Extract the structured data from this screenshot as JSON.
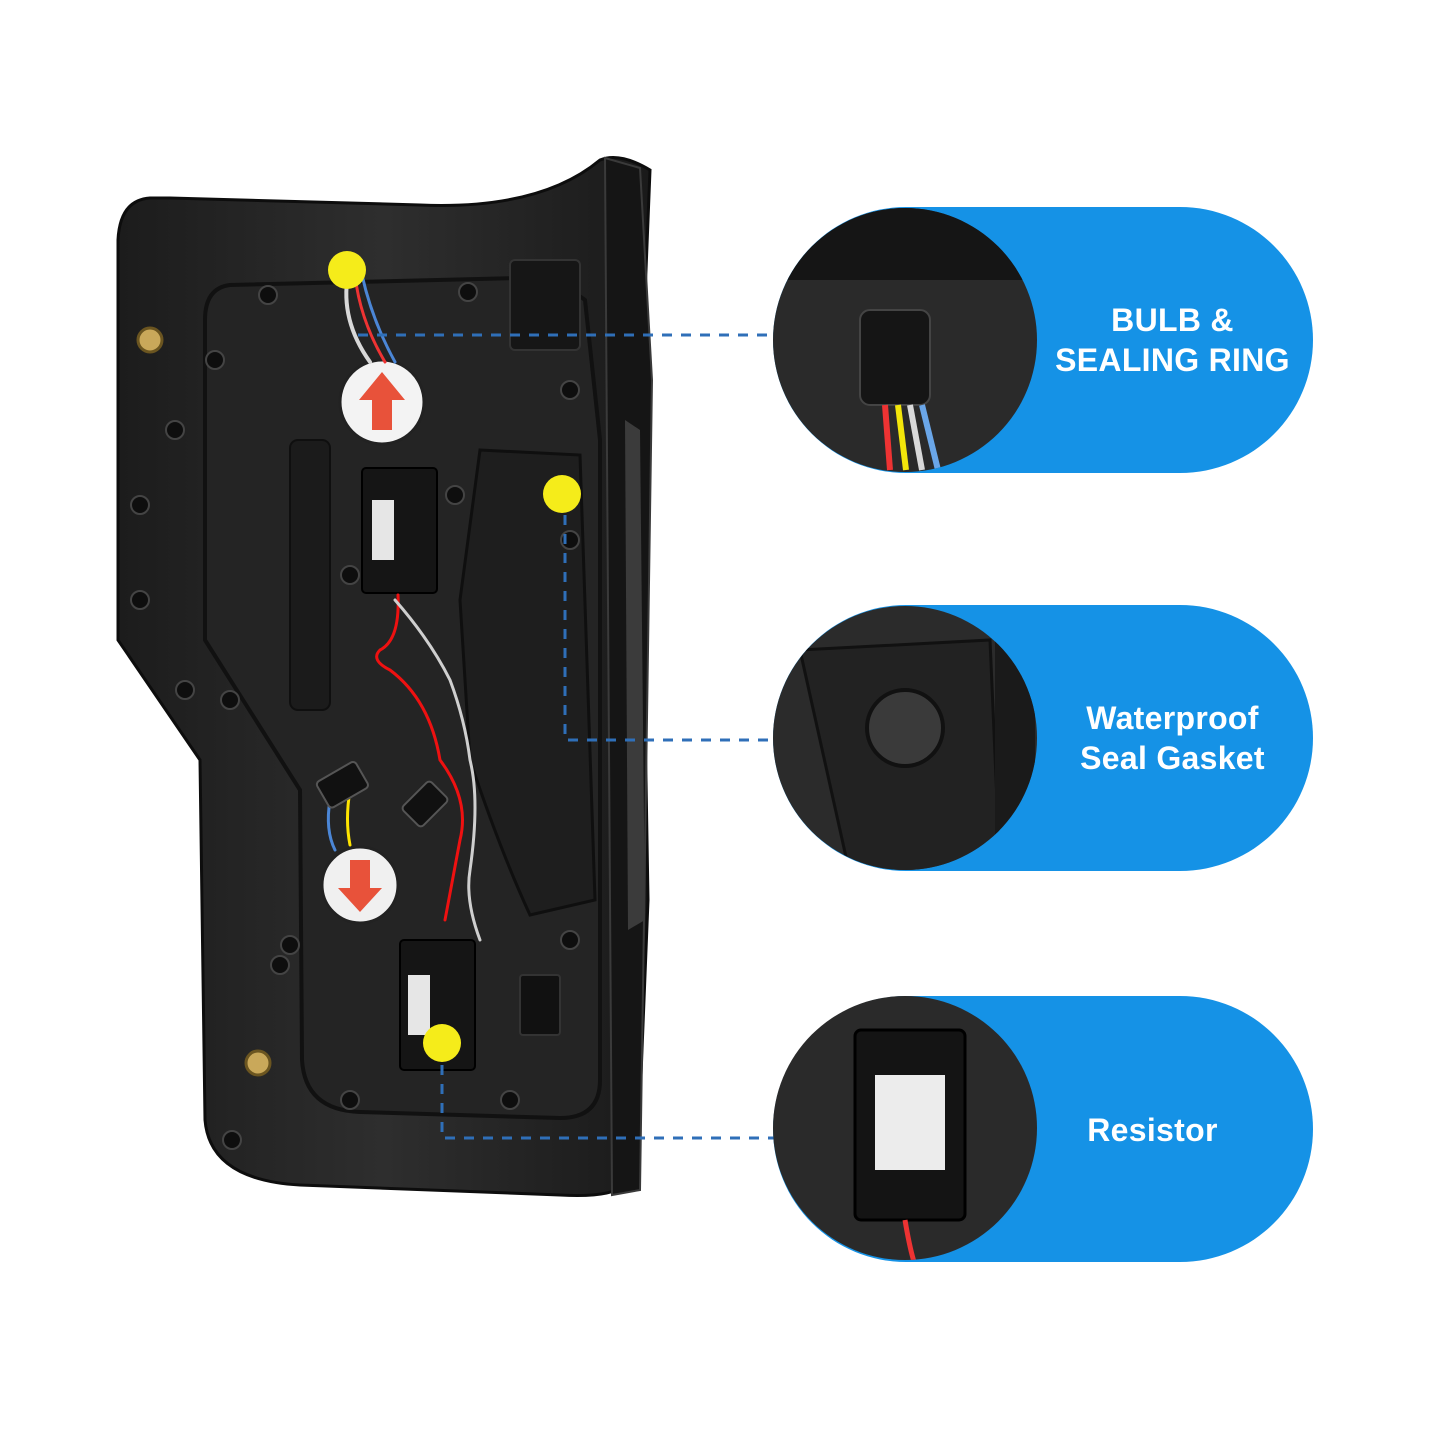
{
  "colors": {
    "accent_blue": "#1592e6",
    "marker_yellow": "#f5ec1a",
    "leader_line": "#2f6fb8",
    "housing_dark": "#262626"
  },
  "callouts": [
    {
      "id": "bulb",
      "lines": [
        "BULB &",
        "SEALING RING"
      ],
      "icon": "wire-connector-closeup"
    },
    {
      "id": "gasket",
      "lines": [
        "Waterproof",
        "Seal Gasket"
      ],
      "icon": "round-gasket-closeup"
    },
    {
      "id": "resistor",
      "lines": [
        "Resistor"
      ],
      "icon": "resistor-box-closeup"
    }
  ],
  "product": {
    "icon": "tail-light-housing-back-view"
  }
}
